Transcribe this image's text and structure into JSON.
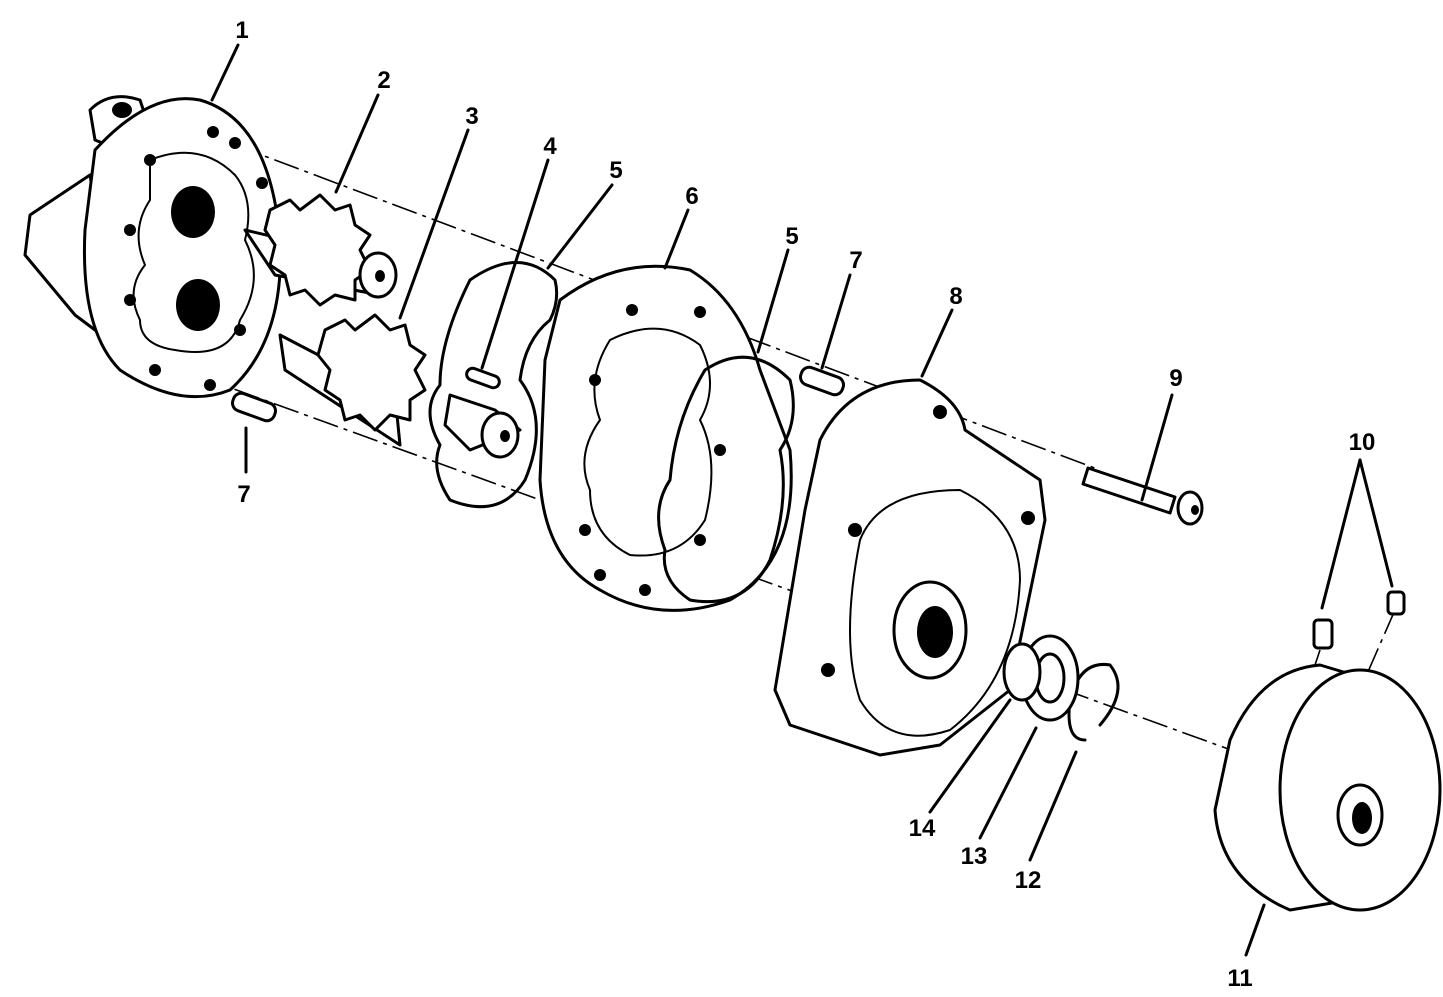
{
  "diagram": {
    "callouts": {
      "c1": "1",
      "c2": "2",
      "c3": "3",
      "c4": "4",
      "c5a": "5",
      "c5b": "5",
      "c6": "6",
      "c7a": "7",
      "c7b": "7",
      "c8": "8",
      "c9": "9",
      "c10": "10",
      "c11": "11",
      "c12": "12",
      "c13": "13",
      "c14": "14"
    }
  }
}
